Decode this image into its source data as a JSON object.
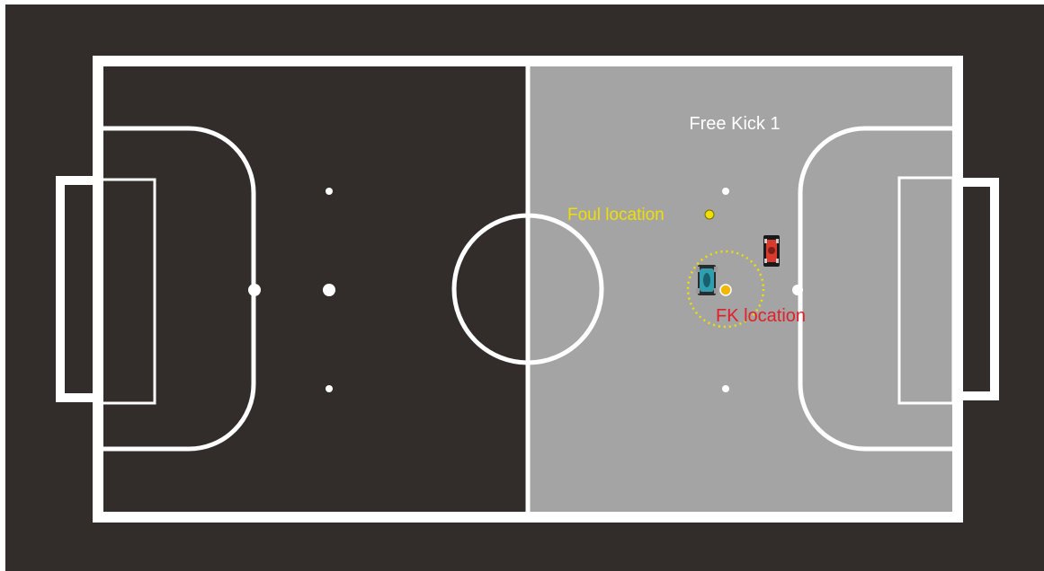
{
  "diagram": {
    "title": "Free Kick 1",
    "foul_label": "Foul location",
    "fk_label": "FK location"
  },
  "colors": {
    "background": "#322c2b",
    "field_dark": "#322c2b",
    "field_light": "#a4a4a4",
    "lines": "#ffffff",
    "foul_marker": "#f0e000",
    "fk_marker": "#f2b705",
    "fk_text": "#e0202a",
    "radius_ring": "#f0e000",
    "robot_blue": "#2f9fb0",
    "robot_red": "#d83a2e"
  },
  "robots": [
    {
      "team": "blue",
      "icon": "robot-blue-icon"
    },
    {
      "team": "red",
      "icon": "robot-red-icon"
    }
  ]
}
